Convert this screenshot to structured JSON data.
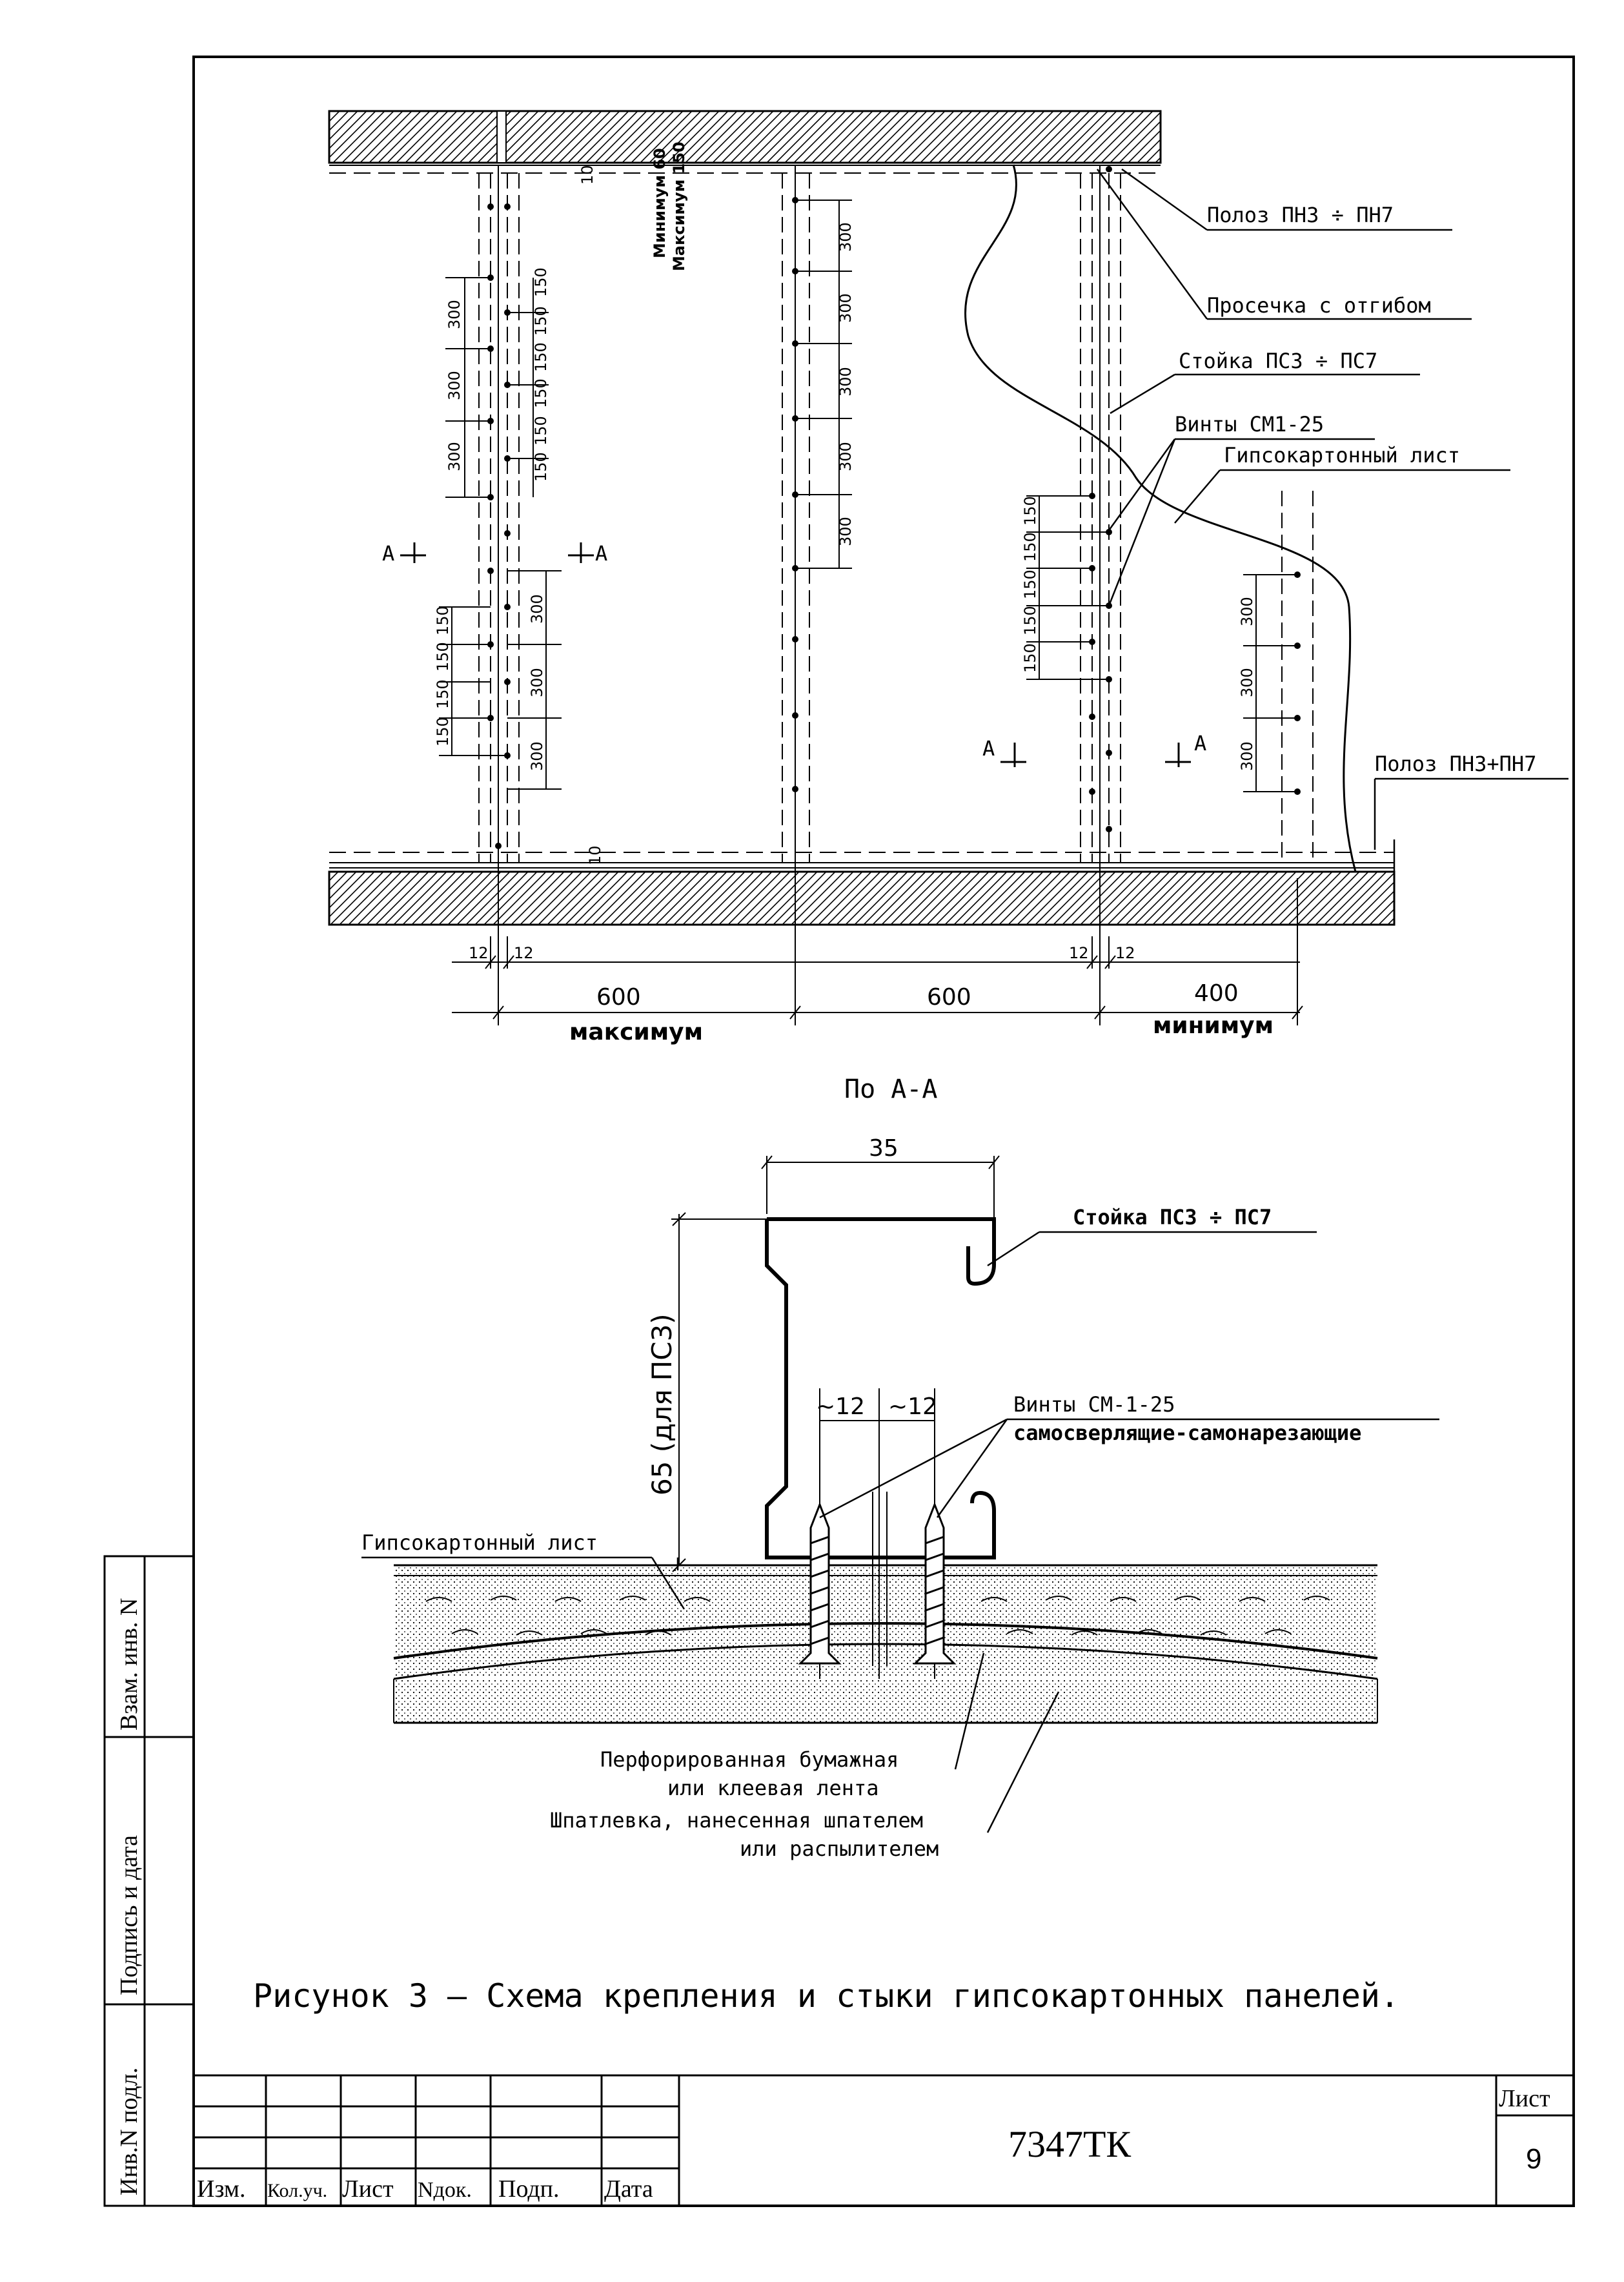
{
  "labels": {
    "strip_top": "Полоз ПН3 ÷ ПН7",
    "cut_bend": "Просечка с отгибом",
    "stud_top": "Стойка ПС3 ÷ ПС7",
    "screws_top": "Винты СМ1-25",
    "gypsum_top": "Гипсокартонный лист",
    "strip_bottom": "Полоз ПН3+ПН7",
    "section_a": "А",
    "min_max_1": "Минимум 60",
    "min_max_2": "Максимум 150",
    "section_title": "По А-А",
    "stud_section": "Стойка ПС3 ÷ ПС7",
    "screws_section_1": "Винты СМ-1-25",
    "screws_section_2": "самосверлящие-самонарезающие",
    "gypsum_section": "Гипсокартонный лист",
    "tape_1": "Перфорированная бумажная",
    "tape_2": "или клеевая лента",
    "putty_1": "Шпатлевка, нанесенная шпателем",
    "putty_2": "или распылителем",
    "height_dim": "65 (для ПС3)",
    "width_dim": "35",
    "tilde_12a": "~12",
    "tilde_12b": "~12"
  },
  "dims": {
    "d600a": "600",
    "d600b": "600",
    "d400": "400",
    "max": "максимум",
    "min": "минимум",
    "d12": "12",
    "d10": "10",
    "d300": "300",
    "d150": "150"
  },
  "caption": "Рисунок 3 – Схема крепления и стыки гипсокартонных панелей.",
  "title_block": {
    "doc_number": "7347ТК",
    "sheet_label": "Лист",
    "sheet_number": "9",
    "columns": [
      "Изм.",
      "Кол.уч.",
      "Лист",
      "Nдок.",
      "Подп.",
      "Дата"
    ]
  },
  "side_stamp": [
    "Взам. инв. N",
    "Подпись и дата",
    "Инв.N подл."
  ]
}
